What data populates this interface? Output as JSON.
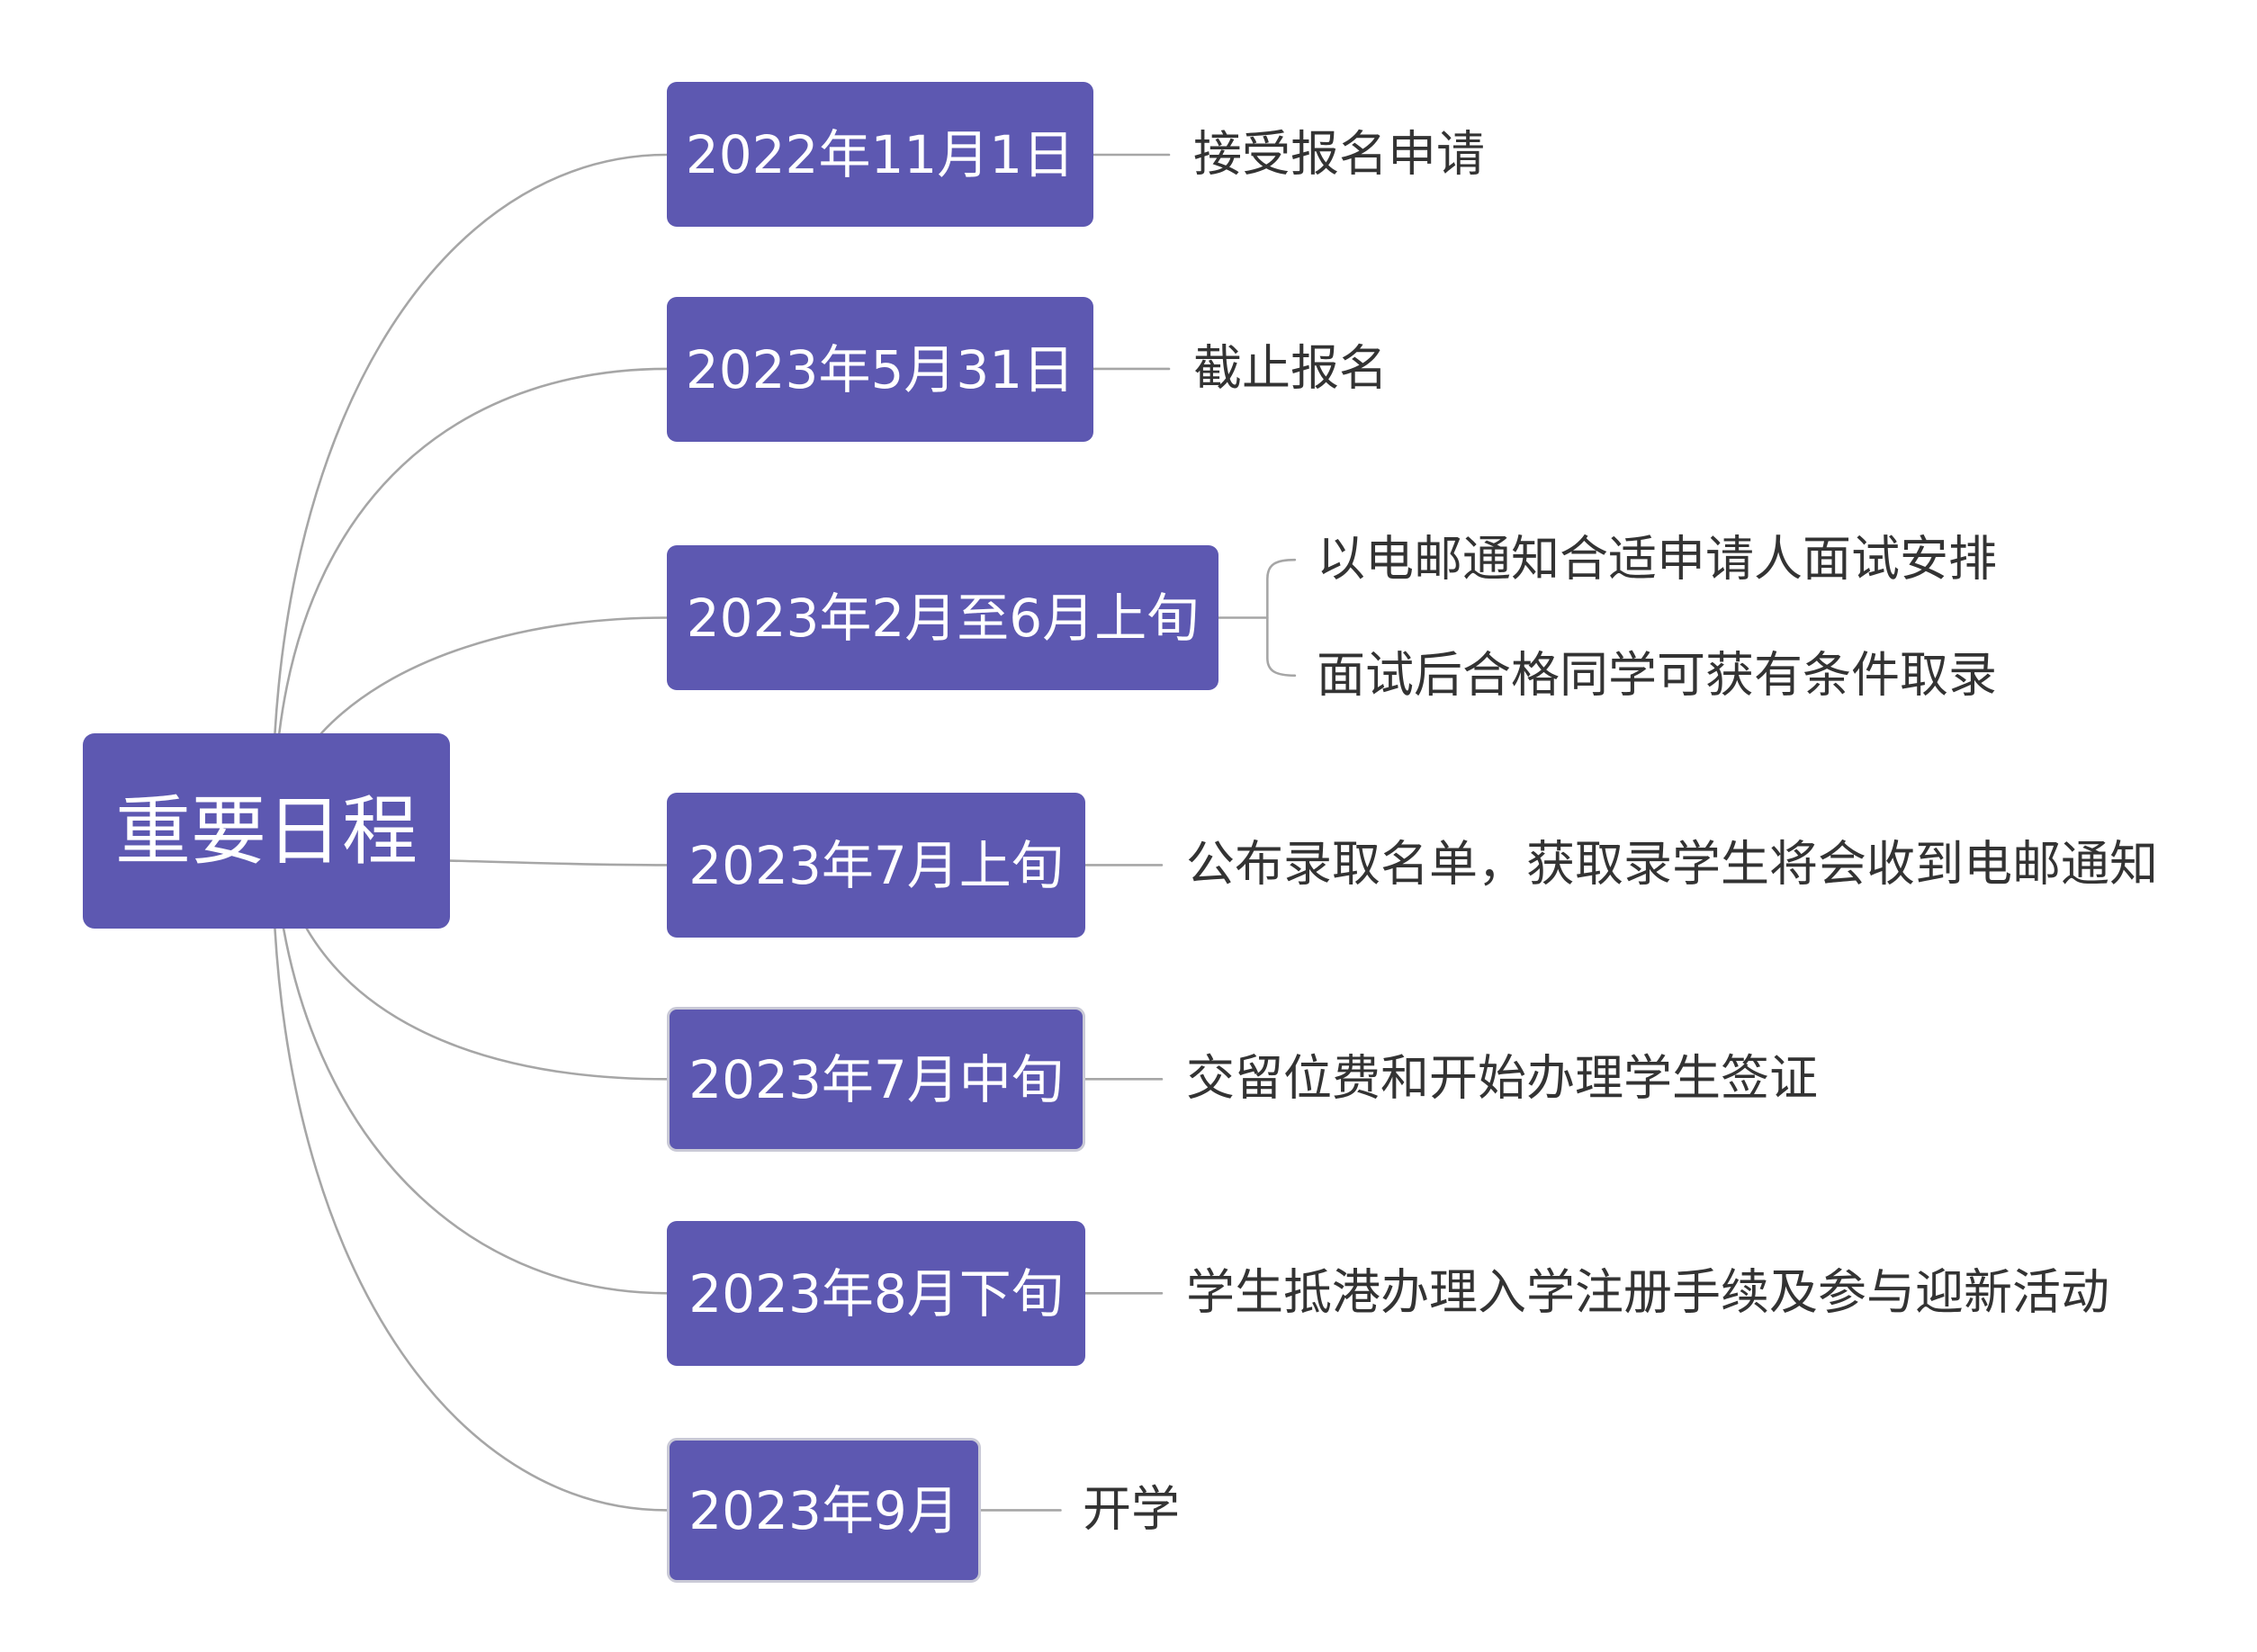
{
  "root": {
    "label": "重要日程"
  },
  "nodes": [
    {
      "date": "2022年11月1日",
      "items": [
        "接受报名申请"
      ]
    },
    {
      "date": "2023年5月31日",
      "items": [
        "截止报名"
      ]
    },
    {
      "date": "2023年2月至6月上旬",
      "items": [
        "以电邮通知合适申请人面试安排",
        "面试后合格同学可获有条件取录"
      ]
    },
    {
      "date": "2023年7月上旬",
      "items": [
        "公布录取名单，获取录学生将会收到电邮通知"
      ]
    },
    {
      "date": "2023年7月中旬",
      "items": [
        "交留位费和开始办理学生签证"
      ]
    },
    {
      "date": "2023年8月下旬",
      "items": [
        "学生抵港办理入学注册手续及参与迎新活动"
      ]
    },
    {
      "date": "2023年9月",
      "items": [
        "开学"
      ]
    }
  ],
  "colors": {
    "node_fill": "#5d58b1",
    "node_text": "#ffffff",
    "node_border": "#c9c9d6",
    "leaf_text": "#333333",
    "connector": "#a6a6a6",
    "background": "#ffffff"
  }
}
